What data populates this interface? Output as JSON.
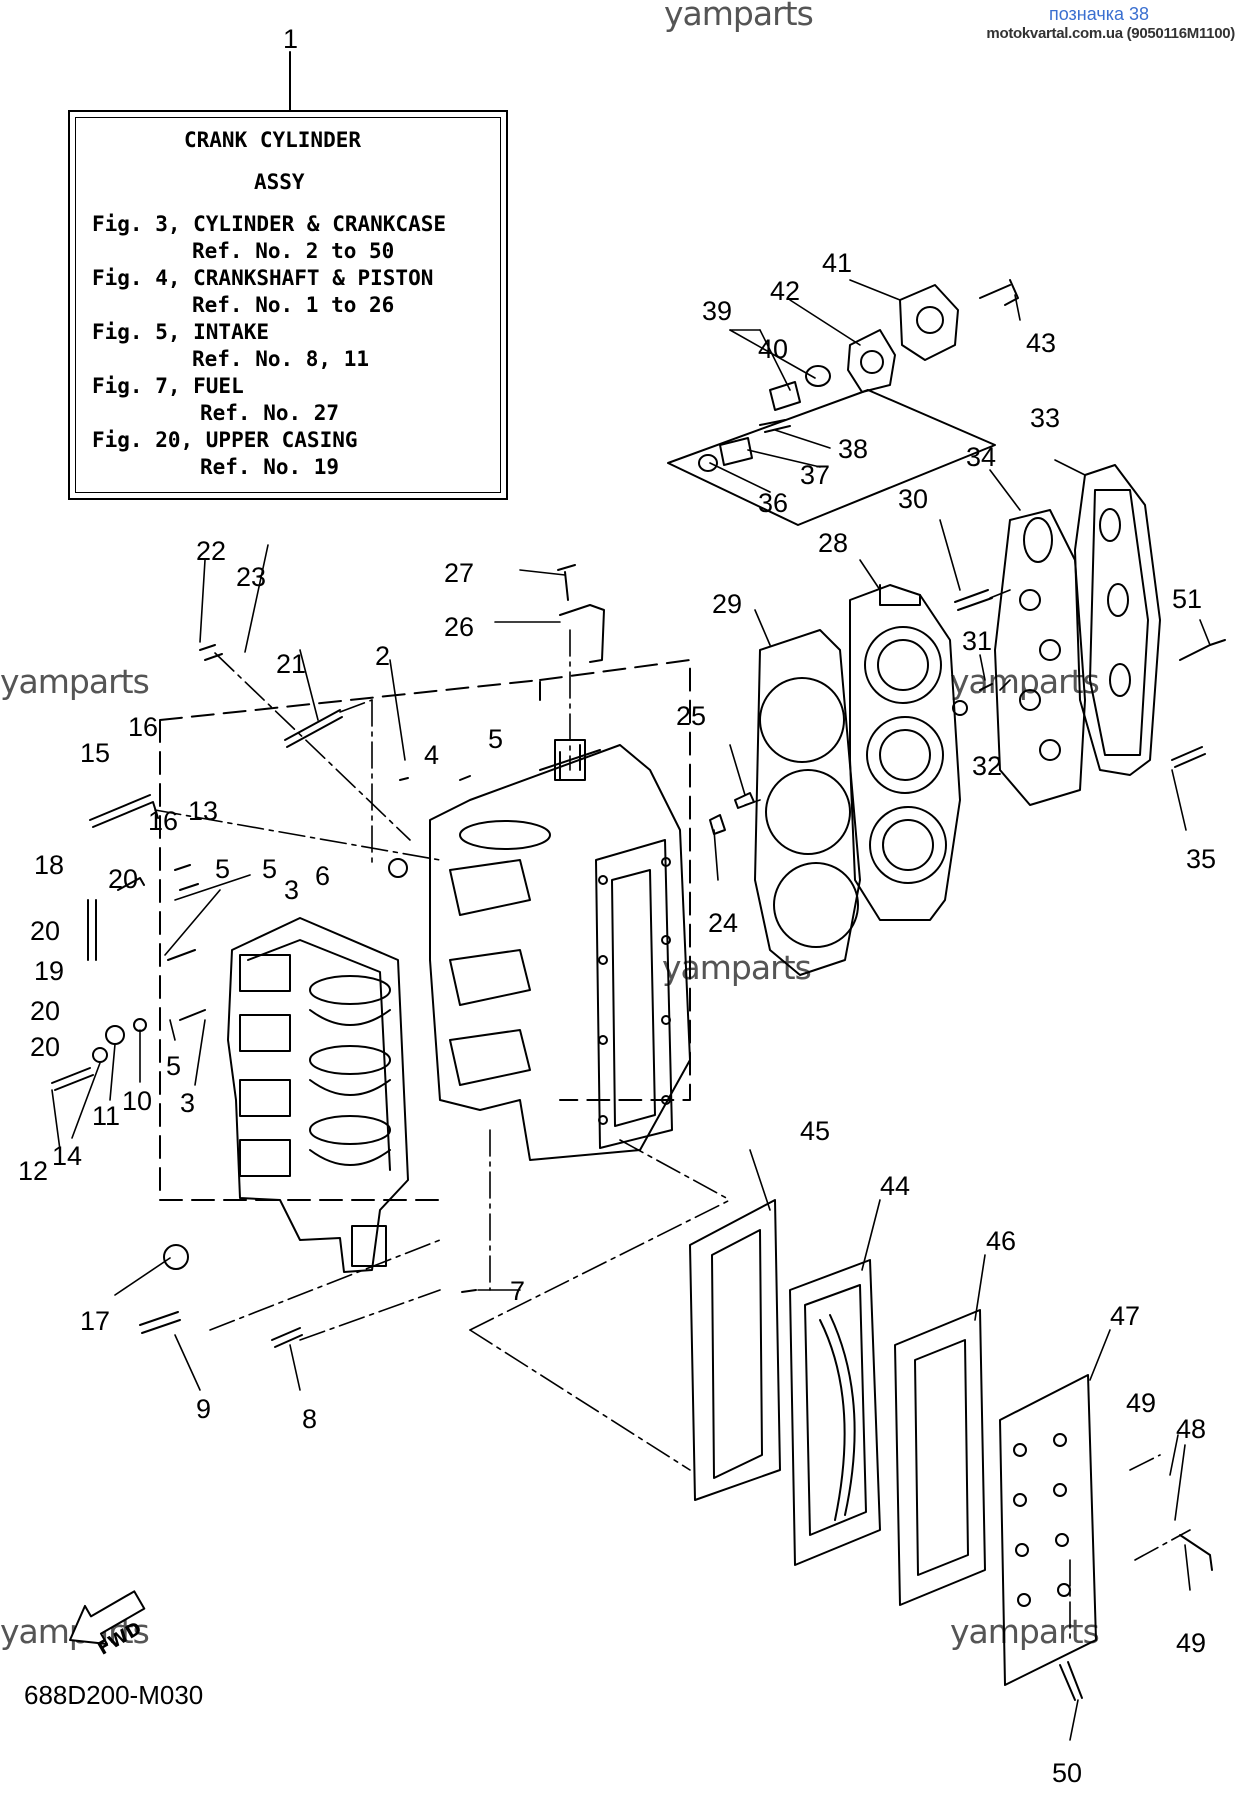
{
  "watermark": "yamparts",
  "page_note": "позначка 38",
  "source_line": "motokvartal.com.ua (9050116M1100)",
  "info_box": {
    "title_line1": "CRANK CYLINDER",
    "title_line2": "ASSY",
    "refs": [
      {
        "fig": "Fig. 3, CYLINDER & CRANKCASE",
        "ref": "Ref. No. 2 to 50"
      },
      {
        "fig": "Fig. 4, CRANKSHAFT & PISTON",
        "ref": "Ref. No. 1 to 26"
      },
      {
        "fig": "Fig. 5, INTAKE",
        "ref": "Ref. No. 8, 11"
      },
      {
        "fig": "Fig. 7, FUEL",
        "ref": "Ref. No. 27"
      },
      {
        "fig": "Fig. 20, UPPER CASING",
        "ref": "Ref. No. 19"
      }
    ]
  },
  "fwd_label": "FWD",
  "diagram_code": "688D200-M030",
  "callouts": [
    "1",
    "2",
    "3",
    "3",
    "4",
    "5",
    "5",
    "5",
    "5",
    "6",
    "7",
    "8",
    "9",
    "10",
    "11",
    "12",
    "13",
    "14",
    "15",
    "16",
    "16",
    "17",
    "18",
    "19",
    "20",
    "20",
    "20",
    "20",
    "21",
    "22",
    "23",
    "24",
    "25",
    "26",
    "27",
    "28",
    "29",
    "30",
    "31",
    "32",
    "33",
    "34",
    "35",
    "36",
    "37",
    "38",
    "39",
    "40",
    "41",
    "42",
    "43",
    "44",
    "45",
    "46",
    "47",
    "48",
    "49",
    "49",
    "50",
    "51"
  ]
}
